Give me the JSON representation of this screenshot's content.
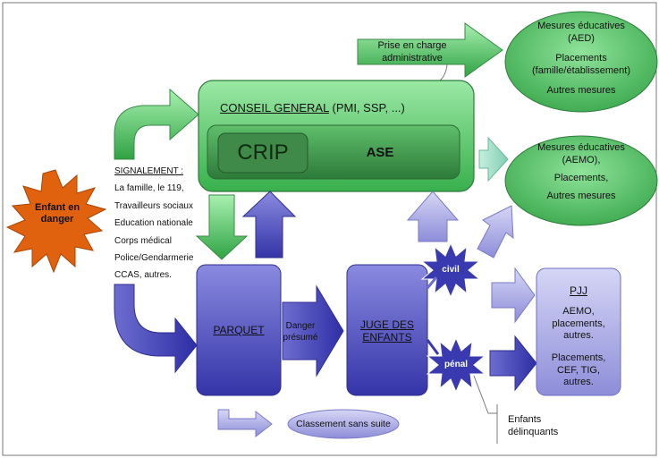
{
  "diagram": {
    "enfant_en_danger": "Enfant en danger",
    "signalement": {
      "heading": "SIGNALEMENT :",
      "items": [
        "La famille, le 119,",
        "Travailleurs sociaux",
        "Education nationale",
        "Corps médical",
        "Police/Gendarmerie",
        "CCAS, autres."
      ]
    },
    "conseil_general": {
      "title": "CONSEIL GENERAL",
      "suffix": "(PMI, SSP, ...)"
    },
    "crip": "CRIP",
    "ase": "ASE",
    "prise_en_charge": "Prise en charge administrative",
    "mesures_top": [
      "Mesures éducatives",
      "(AED)",
      "Placements",
      "(famille/établissement)",
      "Autres mesures"
    ],
    "mesures_mid": [
      "Mesures éducatives",
      "(AEMO),",
      "Placements,",
      "Autres mesures"
    ],
    "parquet": "PARQUET",
    "danger_presume": "Danger présumé",
    "juge": "JUGE DES ENFANTS",
    "civil": "civil",
    "penal": "pénal",
    "pjj": {
      "title": "PJJ",
      "line1": "AEMO, placements, autres.",
      "line2": "Placements, CEF, TIG, autres."
    },
    "classement": "Classement sans suite",
    "enfants_delinquants": "Enfants délinquants"
  },
  "colors": {
    "green_dark": "#2e8b3e",
    "green_light": "#7ed98a",
    "blue_dark": "#3a3ab0",
    "blue_light": "#9a9ae6",
    "orange": "#e0620e"
  }
}
